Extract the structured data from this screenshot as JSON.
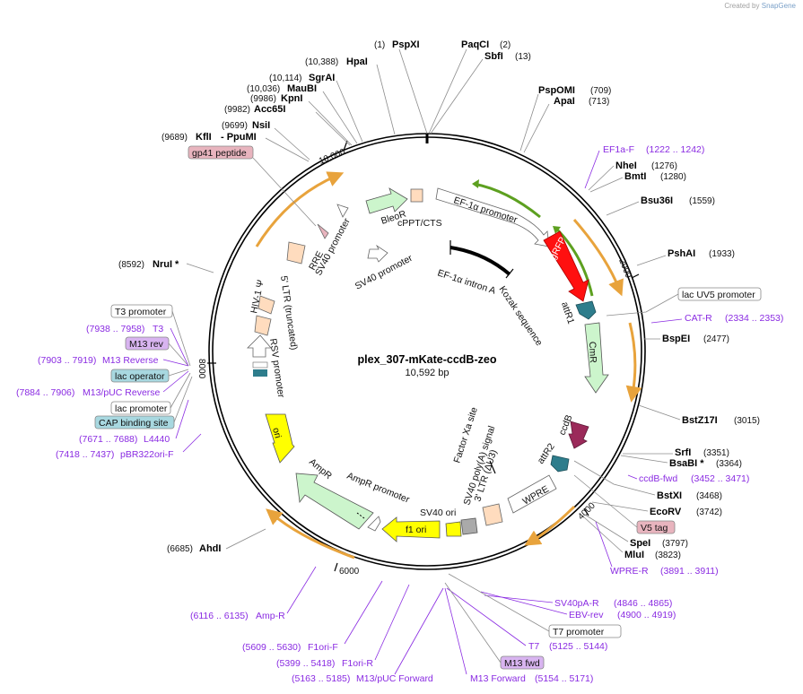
{
  "watermark": {
    "prefix": "Created by",
    "brand": "SnapGene"
  },
  "plasmid": {
    "name": "plex_307-mKate-ccdB-zeo",
    "size": "10,592 bp"
  },
  "ruler": [
    "10,000",
    "2000",
    "4000",
    "6000",
    "8000"
  ],
  "features": {
    "ef1a_promoter": "EF-1α promoter",
    "tagrfp": "TagRFP",
    "cmr": "CmR",
    "ccdb": "ccdB",
    "ori": "ori",
    "ampr": "AmpR",
    "ampr_promoter": "AmpR promoter",
    "f1_ori": "f1 ori",
    "sv40_ori": "SV40 ori",
    "bleor": "BleoR",
    "cppt": "cPPT/CTS",
    "sv40_promoter_1": "SV40 promoter",
    "sv40_promoter_2": "SV40 promoter",
    "rre": "RRE",
    "hiv_psi": "HIV-1 Ψ",
    "ltr5": "5' LTR (truncated)",
    "rsv_promoter": "RSV promoter",
    "ef1a_intron": "EF-1α intron A",
    "kozak": "Kozak sequence",
    "attr1": "attR1",
    "attr2": "attR2",
    "wpre": "WPRE",
    "ltr3": "3' LTR (ΔU3)",
    "sv40_polya": "SV40 poly(A) signal",
    "factor_xa": "Factor Xa site"
  },
  "sites": {
    "psPXI": {
      "num": "(1)",
      "name": "PspXI"
    },
    "paqci": {
      "name": "PaqCI",
      "num": "(2)"
    },
    "sbfi": {
      "name": "SbfI",
      "num": "(13)"
    },
    "hpai": {
      "num": "(10,388)",
      "name": "HpaI"
    },
    "sgrai": {
      "num": "(10,114)",
      "name": "SgrAI"
    },
    "maubi": {
      "num": "(10,036)",
      "name": "MauBI"
    },
    "kpni": {
      "num": "(9986)",
      "name": "KpnI"
    },
    "acc65i": {
      "num": "(9982)",
      "name": "Acc65I"
    },
    "nsii": {
      "num": "(9699)",
      "name": "NsiI"
    },
    "kfli": {
      "num": "(9689)",
      "name": "KflI",
      "extra": "- PpuMI"
    },
    "pspomi": {
      "name": "PspOMI",
      "num": "(709)"
    },
    "apai": {
      "name": "ApaI",
      "num": "(713)"
    },
    "nhei": {
      "name": "NheI",
      "num": "(1276)"
    },
    "bmti": {
      "name": "BmtI",
      "num": "(1280)"
    },
    "bsu36i": {
      "name": "Bsu36I",
      "num": "(1559)"
    },
    "pshai": {
      "name": "PshAI",
      "num": "(1933)"
    },
    "bspei": {
      "name": "BspEI",
      "num": "(2477)"
    },
    "bstz17i": {
      "name": "BstZ17I",
      "num": "(3015)"
    },
    "srfi": {
      "name": "SrfI",
      "num": "(3351)"
    },
    "bsabi": {
      "name": "BsaBI *",
      "num": "(3364)"
    },
    "bstxi": {
      "name": "BstXI",
      "num": "(3468)"
    },
    "ecorv": {
      "name": "EcoRV",
      "num": "(3742)"
    },
    "spei": {
      "name": "SpeI",
      "num": "(3797)"
    },
    "mlui": {
      "name": "MluI",
      "num": "(3823)"
    },
    "nrui": {
      "num": "(8592)",
      "name": "NruI *"
    },
    "ahdi": {
      "num": "(6685)",
      "name": "AhdI"
    }
  },
  "primers": {
    "ef1a_f": {
      "name": "EF1a-F",
      "range": "(1222 .. 1242)"
    },
    "cat_r": {
      "name": "CAT-R",
      "range": "(2334 .. 2353)"
    },
    "ccdb_fwd": {
      "name": "ccdB-fwd",
      "range": "(3452 .. 3471)"
    },
    "wpre_r": {
      "name": "WPRE-R",
      "range": "(3891 .. 3911)"
    },
    "sv40pa_r": {
      "name": "SV40pA-R",
      "range": "(4846 .. 4865)"
    },
    "ebv_rev": {
      "name": "EBV-rev",
      "range": "(4900 .. 4919)"
    },
    "t7": {
      "name": "T7",
      "range": "(5125 .. 5144)"
    },
    "m13_forward": {
      "name": "M13 Forward",
      "range": "(5154 .. 5171)"
    },
    "m13_puc_forward": {
      "name": "M13/pUC Forward",
      "range": "(5163 .. 5185)"
    },
    "f1ori_r": {
      "name": "F1ori-R",
      "range": "(5399 .. 5418)"
    },
    "f1ori_f": {
      "name": "F1ori-F",
      "range": "(5609 .. 5630)"
    },
    "amp_r": {
      "name": "Amp-R",
      "range": "(6116 .. 6135)"
    },
    "pbr322ori_f": {
      "name": "pBR322ori-F",
      "range": "(7418 .. 7437)"
    },
    "l4440": {
      "name": "L4440",
      "range": "(7671 .. 7688)"
    },
    "m13_puc_reverse": {
      "name": "M13/pUC Reverse",
      "range": "(7884 .. 7906)"
    },
    "m13_reverse": {
      "name": "M13 Reverse",
      "range": "(7903 .. 7919)"
    },
    "t3": {
      "name": "T3",
      "range": "(7938 .. 7958)"
    }
  },
  "boxes": {
    "gp41": "gp41 peptide",
    "lac_uv5": "lac UV5 promoter",
    "v5_tag": "V5 tag",
    "t7_promoter": "T7 promoter",
    "m13_fwd": "M13 fwd",
    "t3_promoter": "T3 promoter",
    "m13_rev": "M13 rev",
    "lac_operator": "lac operator",
    "lac_promoter": "lac promoter",
    "cap_site": "CAP binding site"
  },
  "colors": {
    "backbone": "#000000",
    "primer": "#8a2be2",
    "primer_arrow": "#e8a33c",
    "green_arrow": "#5da020",
    "promoter_white": "#ffffff",
    "bleor": "#ccf5cc",
    "tagrfp": "#ff1010",
    "cmr": "#ccf5cc",
    "ccdb": "#9b2a5a",
    "ori": "#ffff00",
    "ampr": "#ccf5cc",
    "f1ori": "#ffff00",
    "attr": "#2e7d8c",
    "peach": "#ffdcbe",
    "pink_box": "#e8b4be",
    "teal_box": "#a8d8e0",
    "purple_box": "#d8b4f0"
  }
}
